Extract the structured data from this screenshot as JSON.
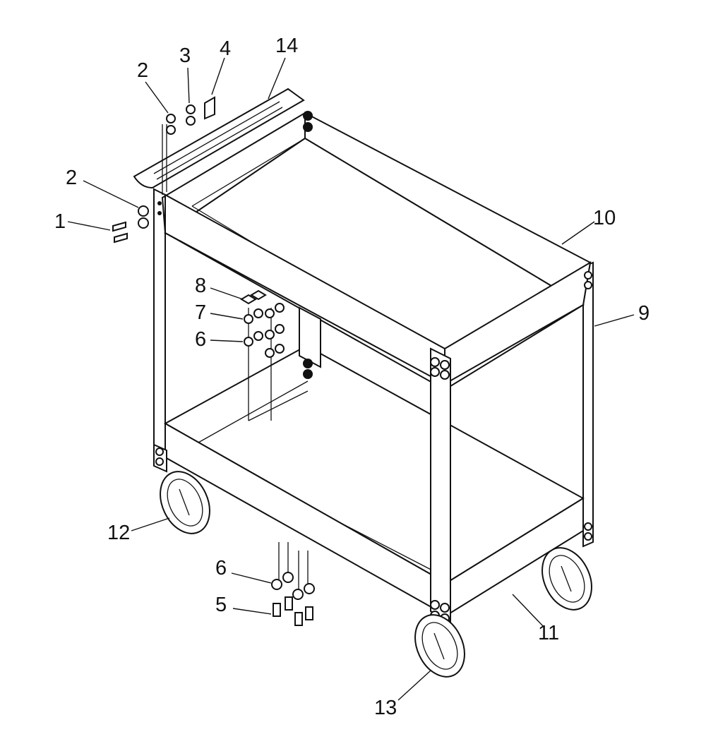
{
  "colors": {
    "line": "#111111",
    "background": "#ffffff"
  },
  "callouts": [
    {
      "id": "c1",
      "label": "1"
    },
    {
      "id": "c2a",
      "label": "2"
    },
    {
      "id": "c2b",
      "label": "2"
    },
    {
      "id": "c3",
      "label": "3"
    },
    {
      "id": "c4",
      "label": "4"
    },
    {
      "id": "c5",
      "label": "5"
    },
    {
      "id": "c6a",
      "label": "6"
    },
    {
      "id": "c6b",
      "label": "6"
    },
    {
      "id": "c7",
      "label": "7"
    },
    {
      "id": "c8",
      "label": "8"
    },
    {
      "id": "c9",
      "label": "9"
    },
    {
      "id": "c10",
      "label": "10"
    },
    {
      "id": "c11",
      "label": "11"
    },
    {
      "id": "c12",
      "label": "12"
    },
    {
      "id": "c13",
      "label": "13"
    },
    {
      "id": "c14",
      "label": "14"
    }
  ]
}
